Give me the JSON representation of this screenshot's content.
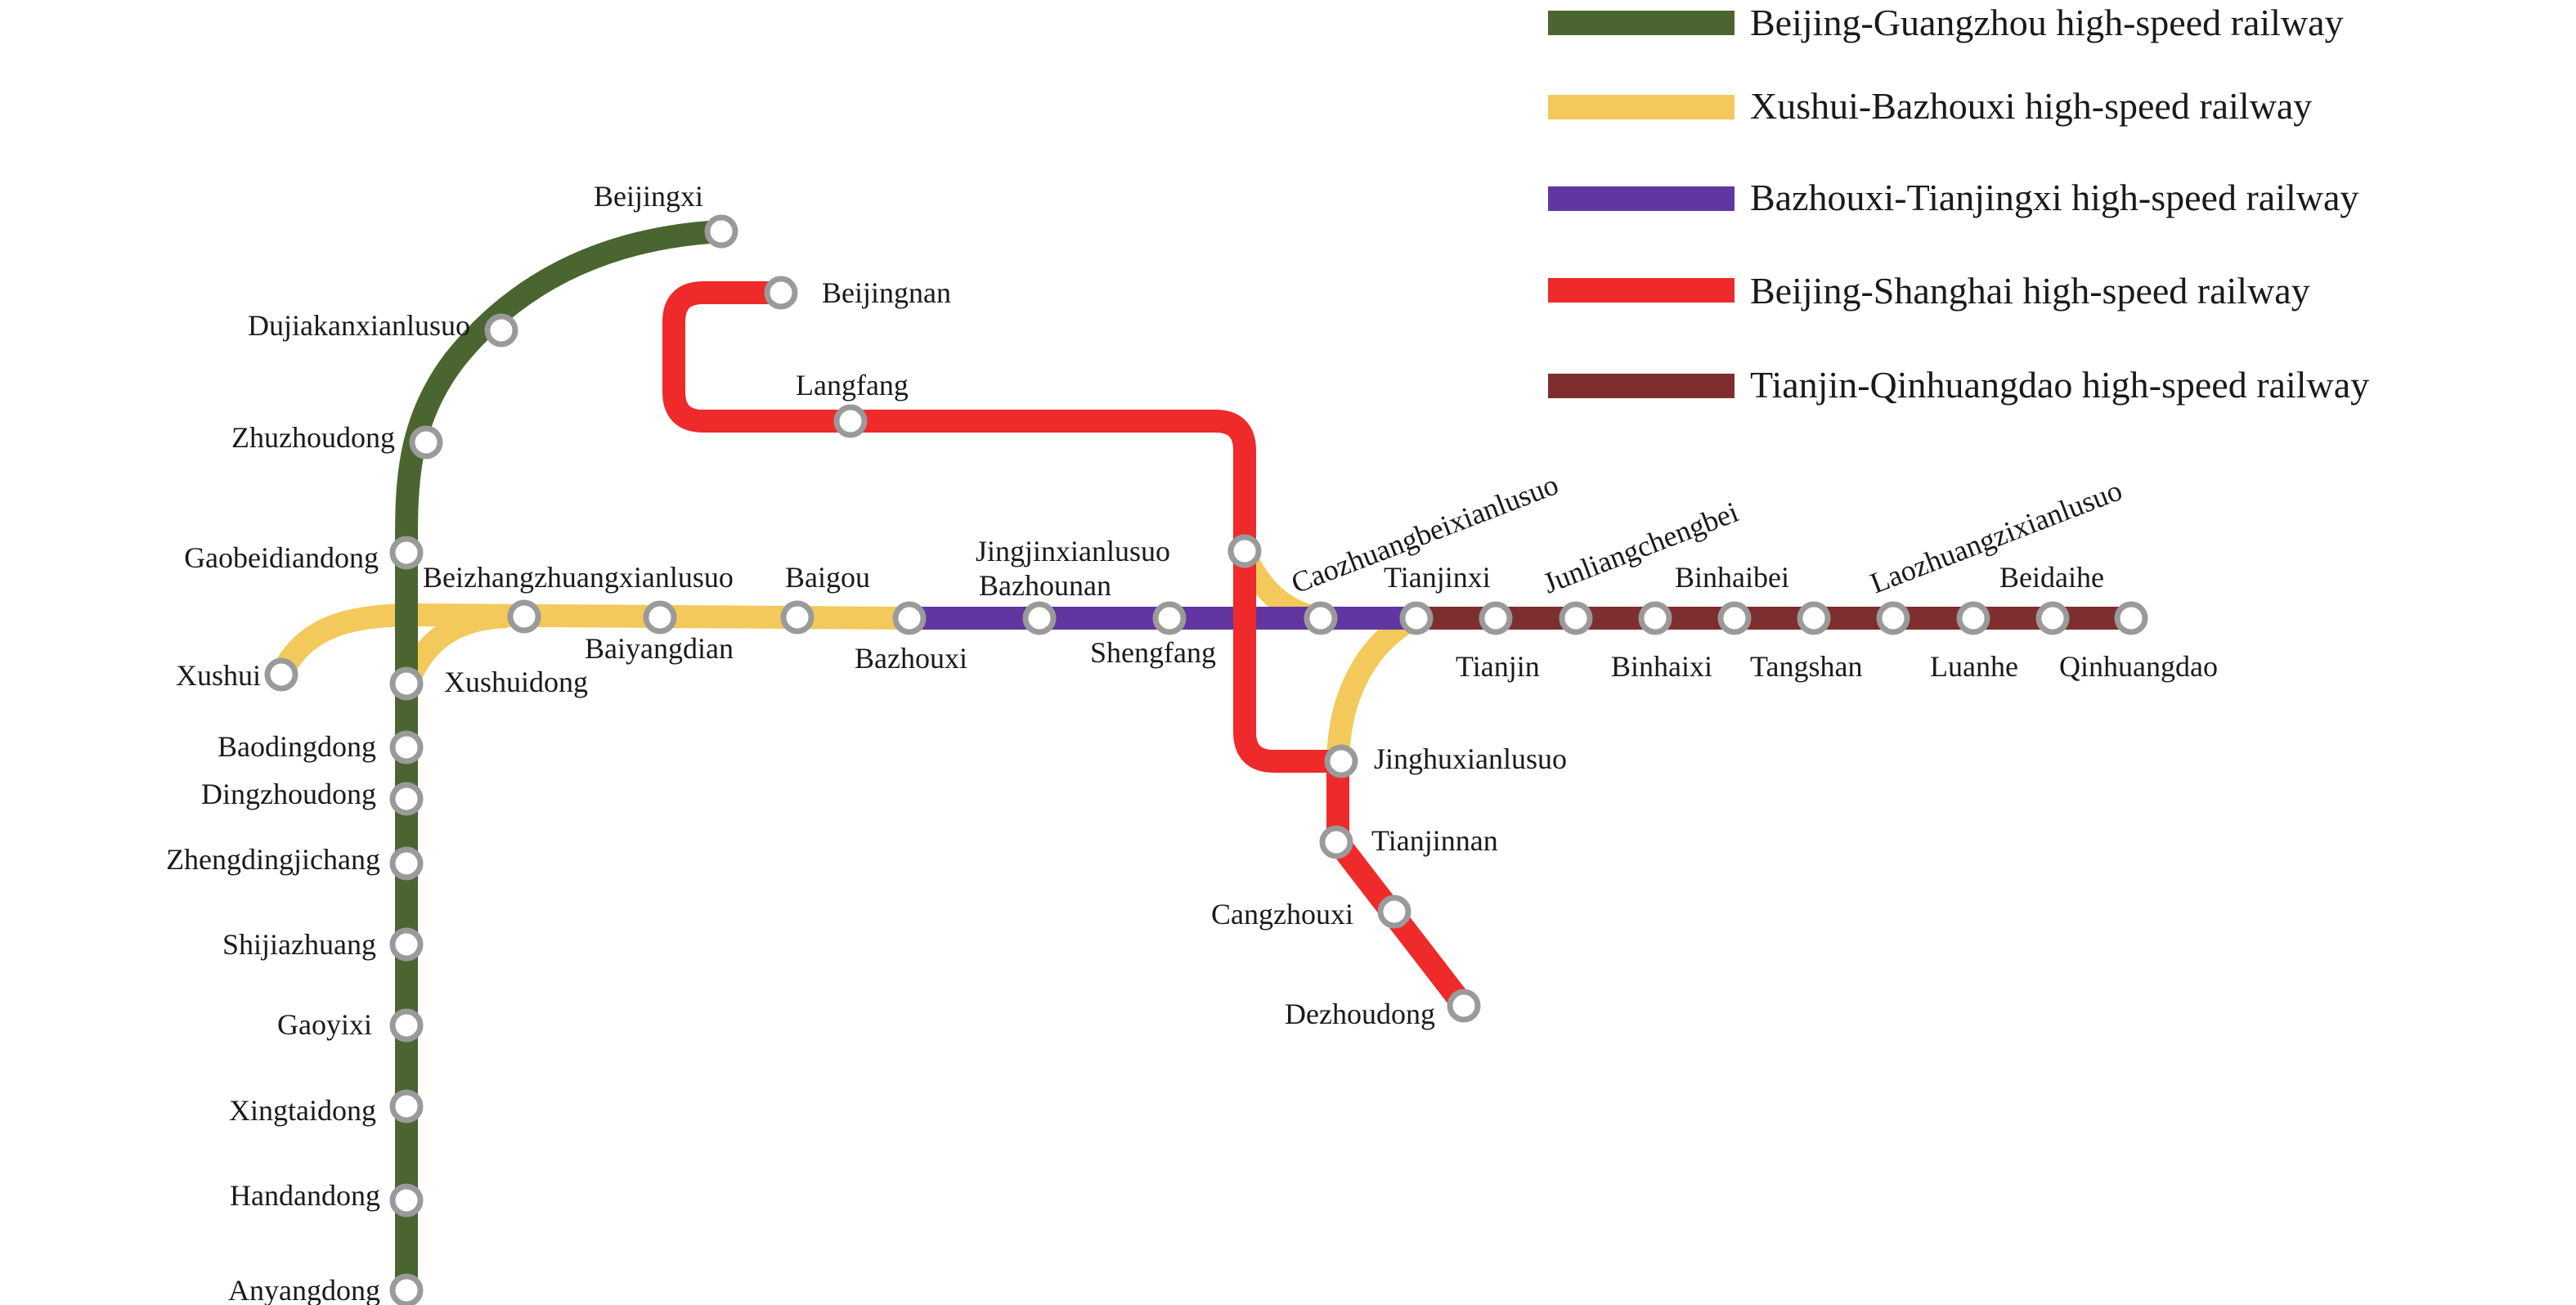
{
  "colors": {
    "beijing_guangzhou": "#4a6530",
    "xushui_bazhouxi": "#f2c95a",
    "bazhouxi_tianjinxi": "#6236a0",
    "beijing_shanghai": "#ee2a2a",
    "tianjin_qinhuangdao": "#7e2e2e"
  },
  "legend": [
    {
      "key": "beijing_guangzhou",
      "label": "Beijing-Guangzhou high-speed railway"
    },
    {
      "key": "xushui_bazhouxi",
      "label": "Xushui-Bazhouxi high-speed railway"
    },
    {
      "key": "bazhouxi_tianjinxi",
      "label": "Bazhouxi-Tianjingxi high-speed railway"
    },
    {
      "key": "beijing_shanghai",
      "label": "Beijing-Shanghai high-speed railway"
    },
    {
      "key": "tianjin_qinhuangdao",
      "label": "Tianjin-Qinhuangdao high-speed railway"
    }
  ],
  "stations": {
    "beijingxi": "Beijingxi",
    "dujiakanxianlusuo": "Dujiakanxianlusuo",
    "zhuzhoudong": "Zhuzhoudong",
    "gaobeidiandong": "Gaobeidiandong",
    "xushui": "Xushui",
    "xushuidong": "Xushuidong",
    "baodingdong": "Baodingdong",
    "dingzhoudong": "Dingzhoudong",
    "zhengdingjichang": "Zhengdingjichang",
    "shijiazhuang": "Shijiazhuang",
    "gaoyixi": "Gaoyixi",
    "xingtaidong": "Xingtaidong",
    "handandong": "Handandong",
    "anyangdong": "Anyangdong",
    "beizhangzhuangxianlusuo": "Beizhangzhuangxianlusuo",
    "baiyangdian": "Baiyangdian",
    "baigou": "Baigou",
    "bazhouxi": "Bazhouxi",
    "bazhounan": "Bazhounan",
    "shengfang": "Shengfang",
    "jingjinxianlusuo": "Jingjinxianlusuo",
    "beijingnan": "Beijingnan",
    "langfang": "Langfang",
    "caozhuangbeixianlusuo": "Caozhuangbeixianlusuo",
    "tianjinxi": "Tianjinxi",
    "tianjin": "Tianjin",
    "junliangchengbei": "Junliangchengbei",
    "binhaixi": "Binhaixi",
    "binhaibei": "Binhaibei",
    "tangshan": "Tangshan",
    "laozhuangzixianlusuo": "Laozhuangzixianlusuo",
    "luanhe": "Luanhe",
    "beidaihe": "Beidaihe",
    "qinhuangdao": "Qinhuangdao",
    "jinghuxianlusuo": "Jinghuxianlusuo",
    "tianjinnan": "Tianjinnan",
    "cangzhouxi": "Cangzhouxi",
    "dezhoudong": "Dezhoudong"
  }
}
